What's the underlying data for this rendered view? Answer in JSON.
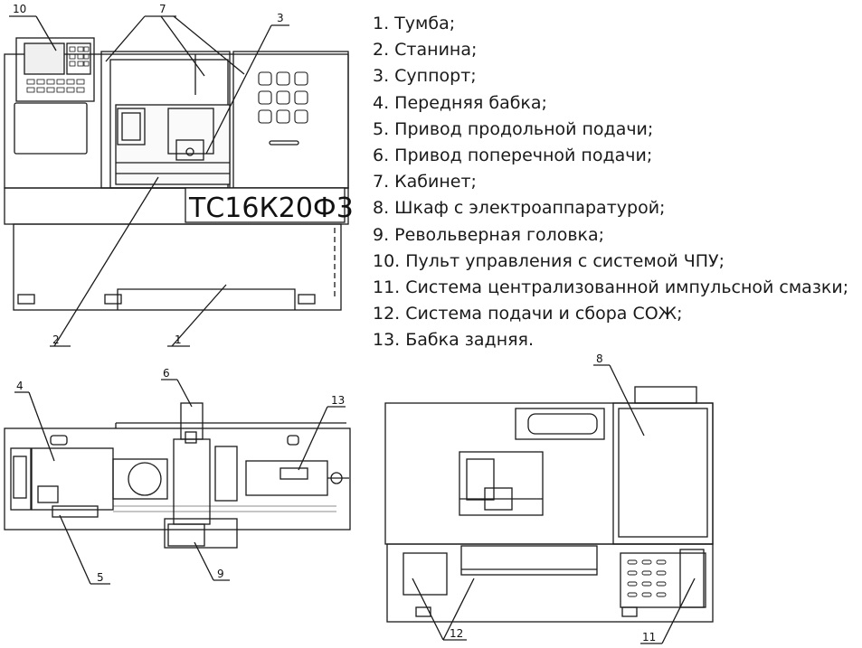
{
  "model_label": "ТС16К20Ф3",
  "legend": [
    "1. Тумба;",
    "2. Станина;",
    "3. Суппорт;",
    "4. Передняя бабка;",
    "5. Привод продольной подачи;",
    "6. Привод поперечной подачи;",
    "7. Кабинет;",
    "8. Шкаф с электроаппаратурой;",
    "9. Револьверная головка;",
    "10. Пульт управления с системой ЧПУ;",
    "11. Система централизованной импульсной смазки;",
    "12. Система подачи и сбора СОЖ;",
    "13. Бабка задняя."
  ],
  "callouts": {
    "c1": "1",
    "c2": "2",
    "c3": "3",
    "c4": "4",
    "c5": "5",
    "c6": "6",
    "c7": "7",
    "c8": "8",
    "c9": "9",
    "c10": "10",
    "c11": "11",
    "c12": "12",
    "c13": "13"
  }
}
